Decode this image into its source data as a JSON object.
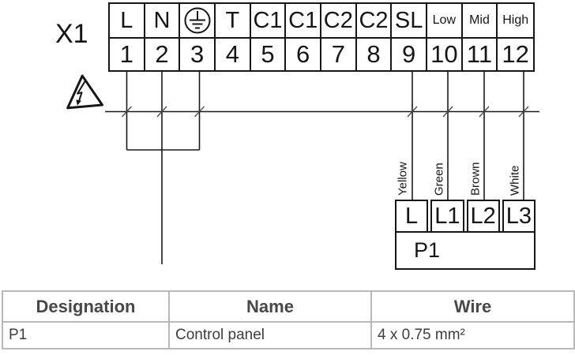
{
  "diagram": {
    "block_id": "X1",
    "terminals": [
      {
        "label": "L",
        "number": "1"
      },
      {
        "label": "N",
        "number": "2"
      },
      {
        "label": "",
        "number": "3"
      },
      {
        "label": "T",
        "number": "4"
      },
      {
        "label": "C1",
        "number": "5"
      },
      {
        "label": "C1",
        "number": "6"
      },
      {
        "label": "C2",
        "number": "7"
      },
      {
        "label": "C2",
        "number": "8"
      },
      {
        "label": "SL",
        "number": "9"
      },
      {
        "label": "Low",
        "number": "10"
      },
      {
        "label": "Mid",
        "number": "11"
      },
      {
        "label": "High",
        "number": "12"
      }
    ],
    "icons": {
      "terminal3": "protective-earth-icon",
      "warning": "high-voltage-warning-icon"
    },
    "wire_labels": [
      "Yellow",
      "Green",
      "Brown",
      "White"
    ],
    "panel": {
      "id": "P1",
      "terminals": [
        "L",
        "L1",
        "L2",
        "L3"
      ]
    }
  },
  "table": {
    "headers": [
      "Designation",
      "Name",
      "Wire"
    ],
    "rows": [
      {
        "designation": "P1",
        "name": "Control panel",
        "wire": "4 x 0.75 mm²"
      }
    ]
  }
}
